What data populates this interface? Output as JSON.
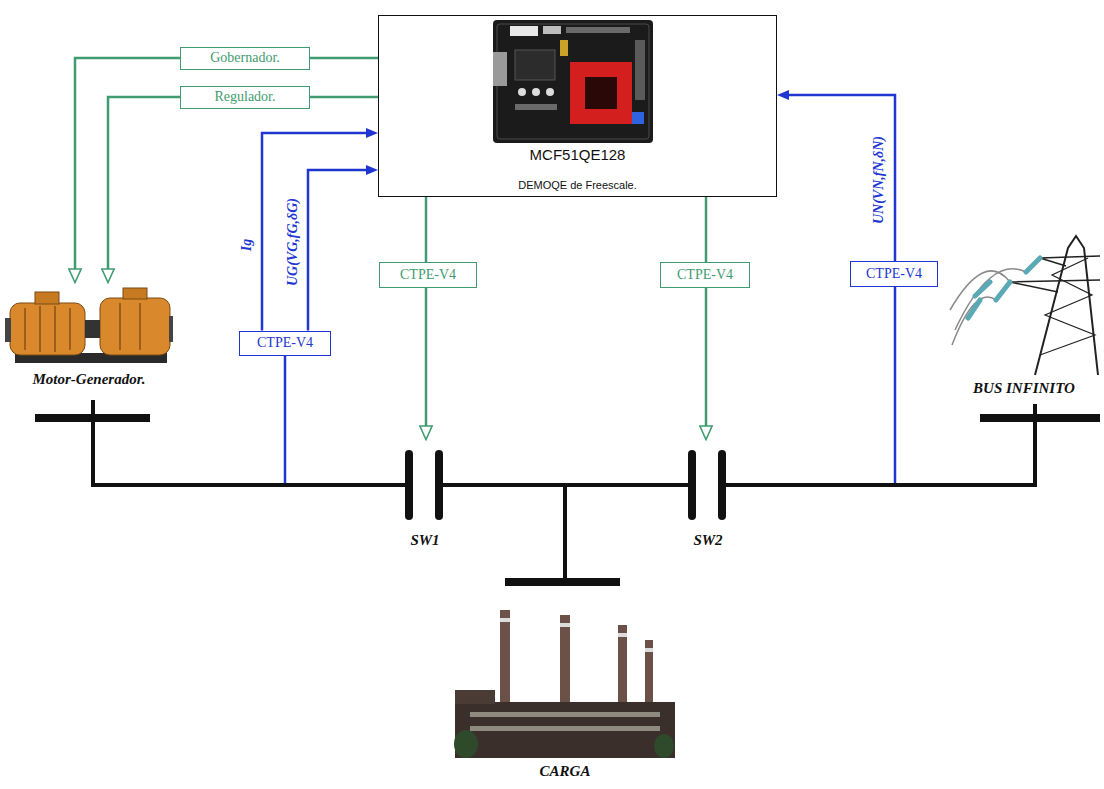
{
  "diagram": {
    "nodes": [
      {
        "text": [
          "MCF51QE128",
          "DEMOQE de Freescale."
        ]
      },
      {
        "text": [
          "Gobernador."
        ]
      },
      {
        "text": [
          "Regulador."
        ]
      },
      {
        "text": [
          "CTPE-V4"
        ]
      },
      {
        "text": [
          "CTPE-V4"
        ]
      },
      {
        "text": [
          "CTPE-V4"
        ]
      },
      {
        "text": [
          "CTPE-V4"
        ]
      },
      {
        "text": [
          "Motor-Generador."
        ]
      },
      {
        "text": [
          "BUS INFINITO"
        ]
      },
      {
        "text": [
          "SW1"
        ]
      },
      {
        "text": [
          "SW2"
        ]
      },
      {
        "text": [
          "CARGA"
        ]
      }
    ],
    "edges": [
      {
        "from": 0,
        "to": 1,
        "arrow": "none"
      },
      {
        "from": 1,
        "to": 7,
        "arrow": "to"
      },
      {
        "from": 0,
        "to": 2,
        "arrow": "none"
      },
      {
        "from": 2,
        "to": 7,
        "arrow": "to"
      },
      {
        "from": 3,
        "to": 0,
        "arrow": "to",
        "label": "Ig"
      },
      {
        "from": 3,
        "to": 0,
        "arrow": "to",
        "label": "UG(VG,fG,δG)"
      },
      {
        "from": 0,
        "to": 4,
        "arrow": "none"
      },
      {
        "from": 4,
        "to": 9,
        "arrow": "to"
      },
      {
        "from": 0,
        "to": 5,
        "arrow": "none"
      },
      {
        "from": 5,
        "to": 10,
        "arrow": "to"
      },
      {
        "from": 6,
        "to": 0,
        "arrow": "to",
        "label": "UN(VN,fN,δN)"
      },
      {
        "from": 7,
        "to": 9,
        "arrow": "none"
      },
      {
        "from": 9,
        "to": 10,
        "arrow": "none"
      },
      {
        "from": 9,
        "to": 11,
        "arrow": "none"
      },
      {
        "from": 10,
        "to": 11,
        "arrow": "none"
      },
      {
        "from": 10,
        "to": 8,
        "arrow": "none"
      }
    ]
  }
}
